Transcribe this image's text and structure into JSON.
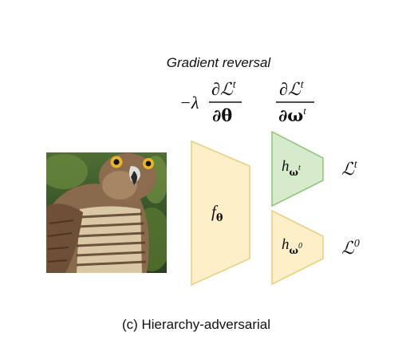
{
  "header": {
    "title": "Gradient reversal"
  },
  "gradients": {
    "reversal": {
      "sign": "−λ",
      "numerator": "∂ℒ",
      "numerator_sup": "t",
      "denominator": "∂θ"
    },
    "direct": {
      "numerator": "∂ℒ",
      "numerator_sup": "t",
      "denominator": "∂ω",
      "denominator_sup": "t"
    }
  },
  "blocks": {
    "feature_extractor": {
      "label_base": "f",
      "label_sub": "θ",
      "color": "#fdf0c8",
      "stroke": "#e8cd7e"
    },
    "head_t": {
      "label_base": "h",
      "label_sub": "ω",
      "label_sup": "t",
      "color": "#d6ebcc",
      "stroke": "#8dc37a"
    },
    "head_0": {
      "label_base": "h",
      "label_sub": "ω",
      "label_sup": "0",
      "color": "#fdf0c8",
      "stroke": "#e8cd7e"
    }
  },
  "losses": {
    "loss_t": {
      "base": "ℒ",
      "sup": "t"
    },
    "loss_0": {
      "base": "ℒ",
      "sup": "0"
    }
  },
  "caption": "(c) Hierarchy-adversarial"
}
